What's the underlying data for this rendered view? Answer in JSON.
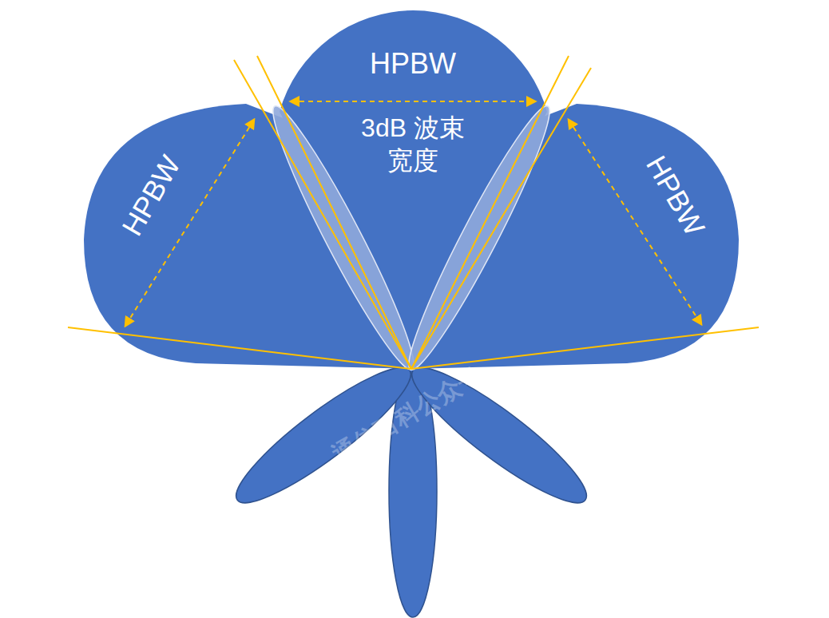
{
  "diagram": {
    "nodes": [
      {
        "text": [
          "HPBW"
        ]
      },
      {
        "text": [
          "HPBW",
          "3dB 波束宽度"
        ]
      },
      {
        "text": [
          "HPBW"
        ]
      }
    ],
    "labels": [
      "通信百科公众号"
    ]
  }
}
